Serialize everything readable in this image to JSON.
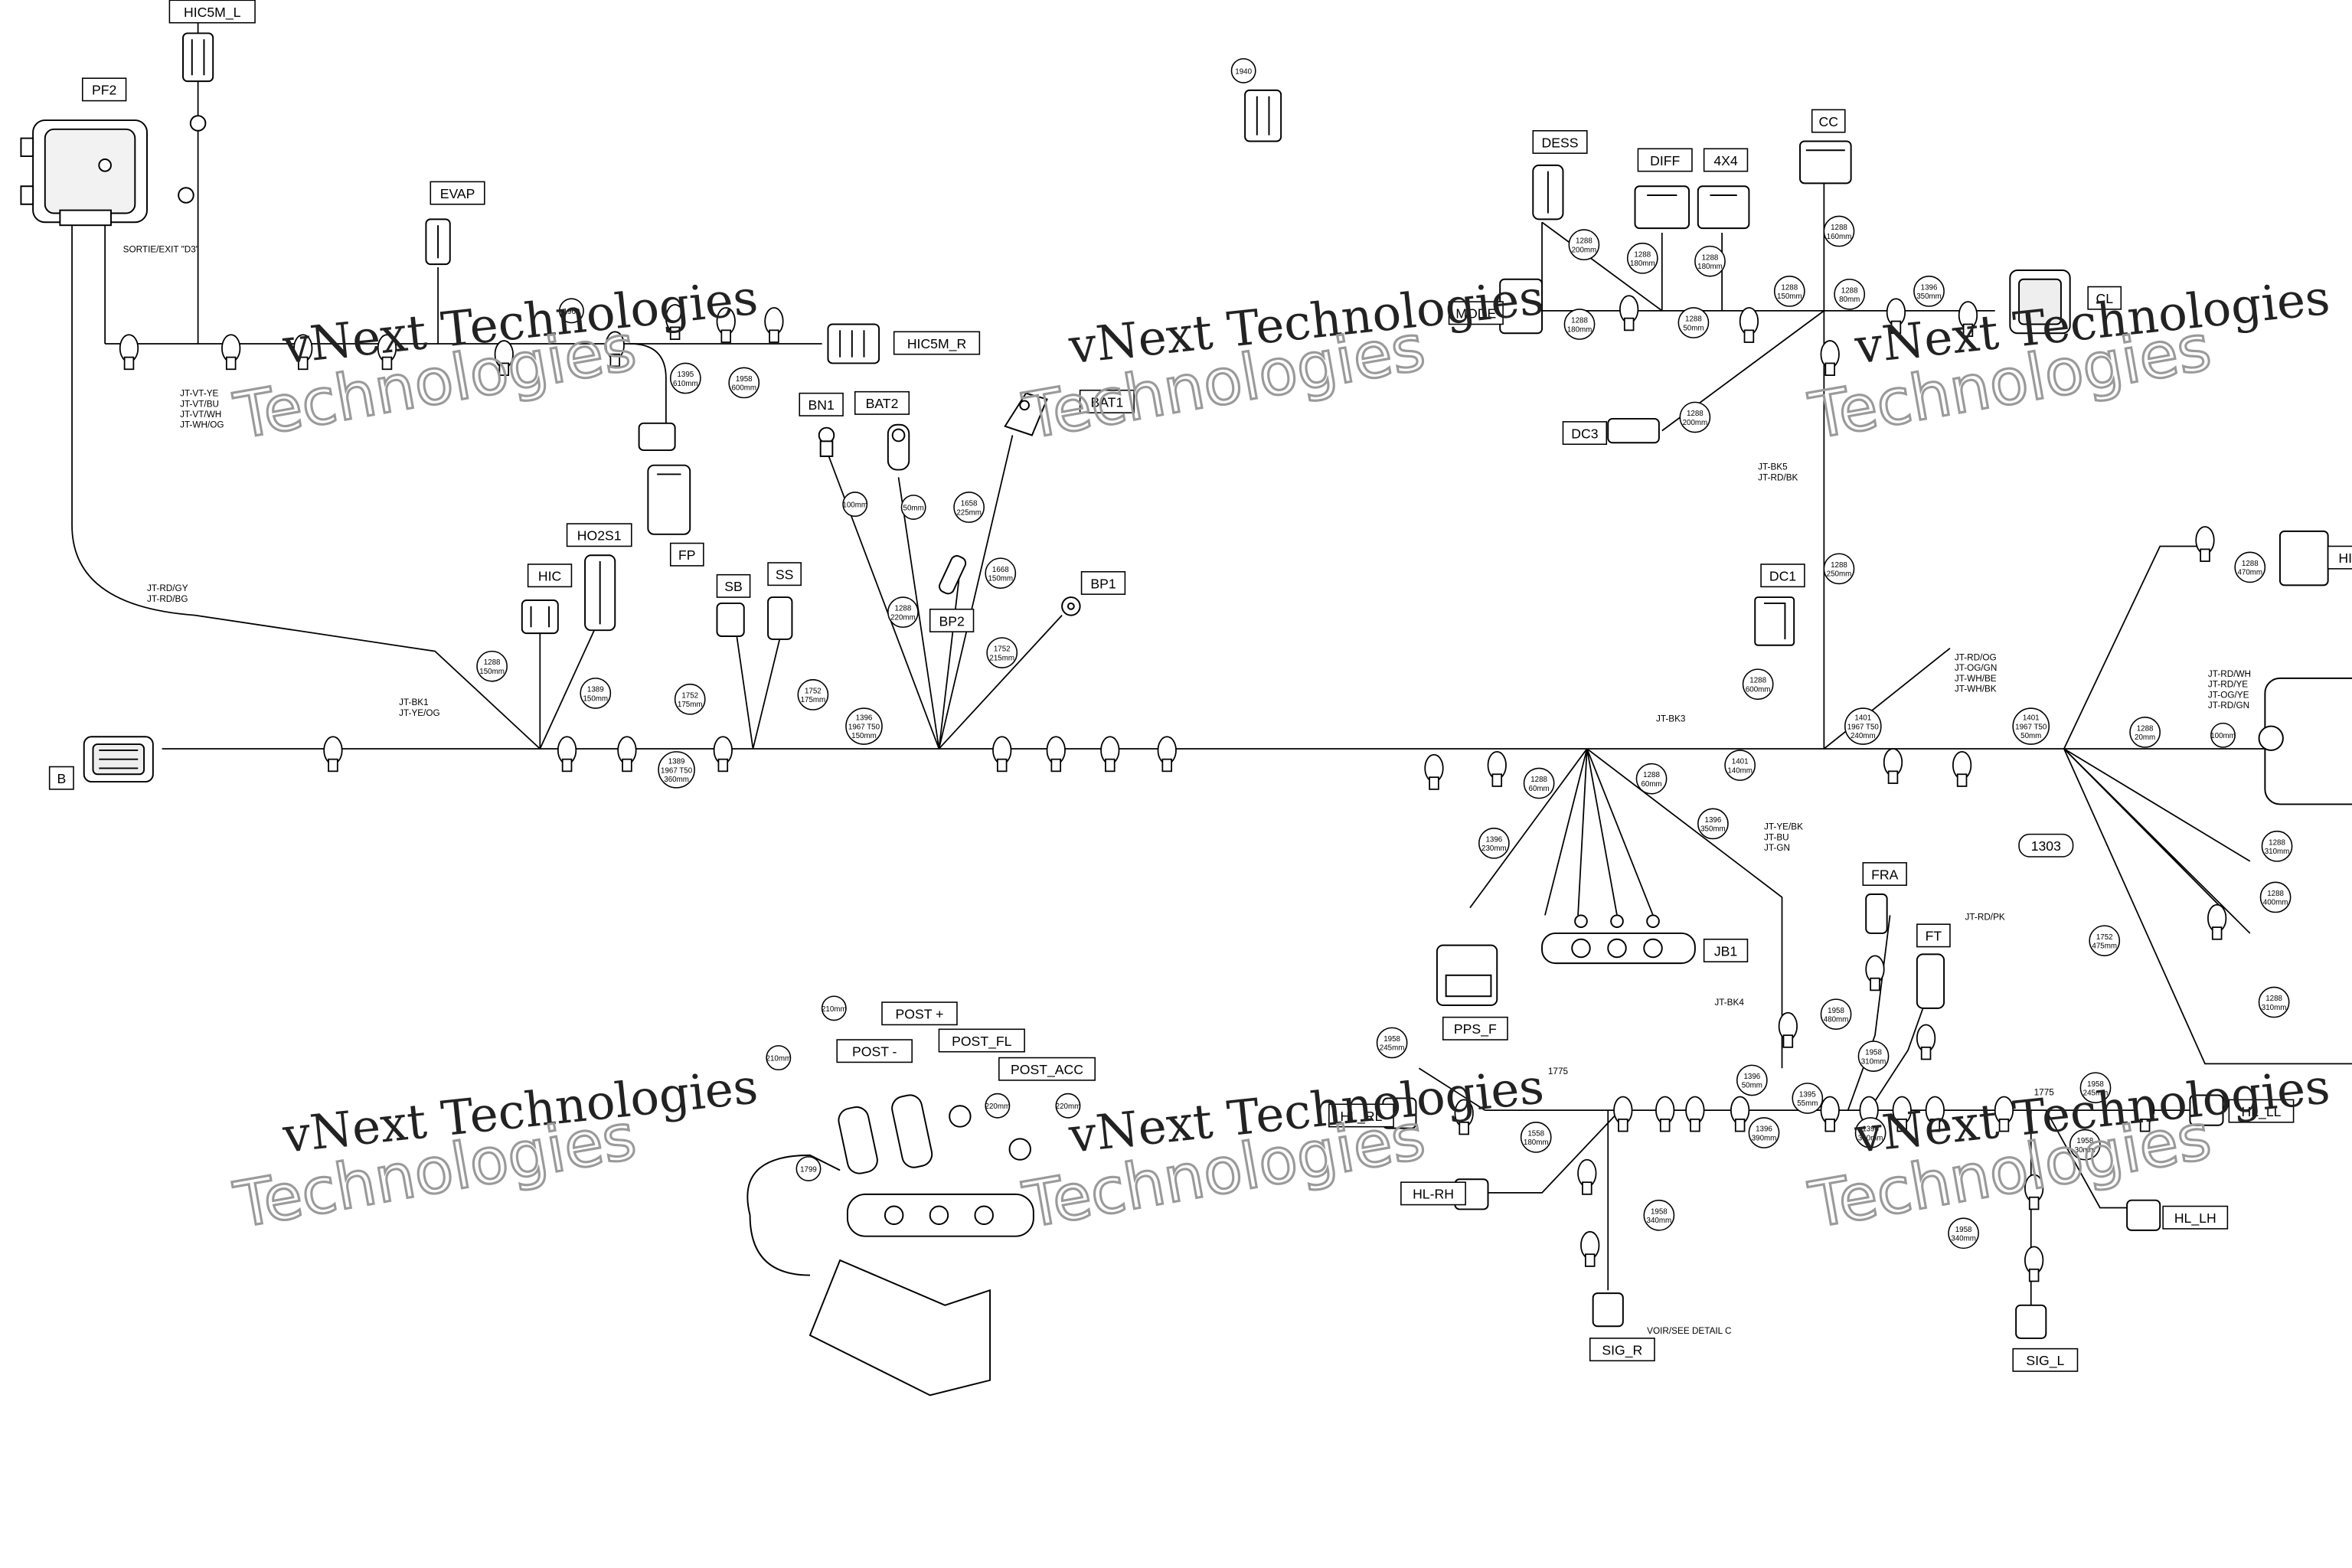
{
  "watermark": {
    "text": "vNext Technologies",
    "outline": "Technologies"
  },
  "connectors": [
    {
      "id": "hic5m-l",
      "label": "HIC5M_L"
    },
    {
      "id": "pf2",
      "label": "PF2"
    },
    {
      "id": "evap",
      "label": "EVAP"
    },
    {
      "id": "hic5m-r",
      "label": "HIC5M_R"
    },
    {
      "id": "bn1",
      "label": "BN1"
    },
    {
      "id": "bat2",
      "label": "BAT2"
    },
    {
      "id": "bat1",
      "label": "BAT1"
    },
    {
      "id": "fp",
      "label": "FP"
    },
    {
      "id": "ho2s1",
      "label": "HO2S1"
    },
    {
      "id": "hic",
      "label": "HIC"
    },
    {
      "id": "sb",
      "label": "SB"
    },
    {
      "id": "ss",
      "label": "SS"
    },
    {
      "id": "bp2",
      "label": "BP2"
    },
    {
      "id": "bp1",
      "label": "BP1"
    },
    {
      "id": "b",
      "label": "B"
    },
    {
      "id": "dess",
      "label": "DESS"
    },
    {
      "id": "diff",
      "label": "DIFF"
    },
    {
      "id": "4x4",
      "label": "4X4"
    },
    {
      "id": "cc",
      "label": "CC"
    },
    {
      "id": "mode",
      "label": "MODE"
    },
    {
      "id": "cl",
      "label": "CL"
    },
    {
      "id": "dc3",
      "label": "DC3"
    },
    {
      "id": "dc1",
      "label": "DC1"
    },
    {
      "id": "hib",
      "label": "HIB"
    },
    {
      "id": "jb1",
      "label": "JB1"
    },
    {
      "id": "pps-f",
      "label": "PPS_F"
    },
    {
      "id": "fra",
      "label": "FRA"
    },
    {
      "id": "ft",
      "label": "FT"
    },
    {
      "id": "hl-rl",
      "label": "HL_RL"
    },
    {
      "id": "hl-rh",
      "label": "HL-RH"
    },
    {
      "id": "hl-ll",
      "label": "HL_LL"
    },
    {
      "id": "hl-lh",
      "label": "HL_LH"
    },
    {
      "id": "sig-r",
      "label": "SIG_R"
    },
    {
      "id": "sig-l",
      "label": "SIG_L"
    },
    {
      "id": "post-minus",
      "label": "POST -"
    },
    {
      "id": "post-plus",
      "label": "POST +"
    },
    {
      "id": "post-fl",
      "label": "POST_FL"
    },
    {
      "id": "post-acc",
      "label": "POST_ACC"
    },
    {
      "id": "ref-1303",
      "label": "1303"
    }
  ],
  "callouts": [
    {
      "id": "c1940",
      "lines": [
        "1940"
      ]
    },
    {
      "id": "c1960",
      "lines": [
        "1960"
      ]
    },
    {
      "id": "c1395-610",
      "lines": [
        "1395",
        "610mm"
      ]
    },
    {
      "id": "c1958-600",
      "lines": [
        "1958",
        "600mm"
      ]
    },
    {
      "id": "c100",
      "lines": [
        "100mm"
      ]
    },
    {
      "id": "c50",
      "lines": [
        "50mm"
      ]
    },
    {
      "id": "c1658-225",
      "lines": [
        "1658",
        "225mm"
      ]
    },
    {
      "id": "c1668-150",
      "lines": [
        "1668",
        "150mm"
      ]
    },
    {
      "id": "c1288-220",
      "lines": [
        "1288",
        "220mm"
      ]
    },
    {
      "id": "c1752-215",
      "lines": [
        "1752",
        "215mm"
      ]
    },
    {
      "id": "c1288-150",
      "lines": [
        "1288",
        "150mm"
      ]
    },
    {
      "id": "c1389-150",
      "lines": [
        "1389",
        "150mm"
      ]
    },
    {
      "id": "c1752-175",
      "lines": [
        "1752",
        "175mm"
      ]
    },
    {
      "id": "c1752-175b",
      "lines": [
        "1752",
        "175mm"
      ]
    },
    {
      "id": "c1389-1967",
      "lines": [
        "1389",
        "1967 T50",
        "360mm"
      ]
    },
    {
      "id": "c1396-1967",
      "lines": [
        "1396",
        "1967 T50",
        "150mm"
      ]
    },
    {
      "id": "c1288-200",
      "lines": [
        "1288",
        "200mm"
      ]
    },
    {
      "id": "c1288-180a",
      "lines": [
        "1288",
        "180mm"
      ]
    },
    {
      "id": "c1288-180b",
      "lines": [
        "1288",
        "180mm"
      ]
    },
    {
      "id": "c1288-160",
      "lines": [
        "1288",
        "160mm"
      ]
    },
    {
      "id": "c1288-180c",
      "lines": [
        "1288",
        "180mm"
      ]
    },
    {
      "id": "c1288-50",
      "lines": [
        "1288",
        "50mm"
      ]
    },
    {
      "id": "c1288-150b",
      "lines": [
        "1288",
        "150mm"
      ]
    },
    {
      "id": "c1288-80",
      "lines": [
        "1288",
        "80mm"
      ]
    },
    {
      "id": "c1396-350",
      "lines": [
        "1396",
        "350mm"
      ]
    },
    {
      "id": "c1288-200b",
      "lines": [
        "1288",
        "200mm"
      ]
    },
    {
      "id": "c1288-250",
      "lines": [
        "1288",
        "250mm"
      ]
    },
    {
      "id": "c1288-600",
      "lines": [
        "1288",
        "600mm"
      ]
    },
    {
      "id": "c1401-240",
      "lines": [
        "1401",
        "1967 T50",
        "240mm"
      ]
    },
    {
      "id": "c1401-140",
      "lines": [
        "1401",
        "140mm"
      ]
    },
    {
      "id": "c1288-60",
      "lines": [
        "1288",
        "60mm"
      ]
    },
    {
      "id": "c1288-60b",
      "lines": [
        "1288",
        "60mm"
      ]
    },
    {
      "id": "c1396-350b",
      "lines": [
        "1396",
        "350mm"
      ]
    },
    {
      "id": "c1396-230",
      "lines": [
        "1396",
        "230mm"
      ]
    },
    {
      "id": "c1401-50",
      "lines": [
        "1401",
        "1967 T50",
        "50mm"
      ]
    },
    {
      "id": "c1288-20",
      "lines": [
        "1288",
        "20mm"
      ]
    },
    {
      "id": "c100b",
      "lines": [
        "100mm"
      ]
    },
    {
      "id": "c1288-470",
      "lines": [
        "1288",
        "470mm"
      ]
    },
    {
      "id": "c1288-310a",
      "lines": [
        "1288",
        "310mm"
      ]
    },
    {
      "id": "c1288-400",
      "lines": [
        "1288",
        "400mm"
      ]
    },
    {
      "id": "c1288-310b",
      "lines": [
        "1288",
        "310mm"
      ]
    },
    {
      "id": "c1752-475",
      "lines": [
        "1752",
        "475mm"
      ]
    },
    {
      "id": "c1958-480",
      "lines": [
        "1958",
        "480mm"
      ]
    },
    {
      "id": "c1958-310",
      "lines": [
        "1958",
        "310mm"
      ]
    },
    {
      "id": "c1396-50",
      "lines": [
        "1396",
        "50mm"
      ]
    },
    {
      "id": "c1396-390",
      "lines": [
        "1396",
        "390mm"
      ]
    },
    {
      "id": "c1395-55",
      "lines": [
        "1395",
        "55mm"
      ]
    },
    {
      "id": "c1396-340",
      "lines": [
        "1396",
        "340mm"
      ]
    },
    {
      "id": "c1958-245",
      "lines": [
        "1958",
        "245mm"
      ]
    },
    {
      "id": "c1958-245b",
      "lines": [
        "1958",
        "245mm"
      ]
    },
    {
      "id": "c1558-180",
      "lines": [
        "1558",
        "180mm"
      ]
    },
    {
      "id": "c1958-340",
      "lines": [
        "1958",
        "340mm"
      ]
    },
    {
      "id": "c1958-340b",
      "lines": [
        "1958",
        "340mm"
      ]
    },
    {
      "id": "c1958-30",
      "lines": [
        "1958",
        "30mm"
      ]
    },
    {
      "id": "c1799",
      "lines": [
        "1799"
      ]
    },
    {
      "id": "c210a",
      "lines": [
        "210mm"
      ]
    },
    {
      "id": "c210b",
      "lines": [
        "210mm"
      ]
    },
    {
      "id": "c220a",
      "lines": [
        "220mm"
      ]
    },
    {
      "id": "c220b",
      "lines": [
        "220mm"
      ]
    }
  ],
  "notes": [
    {
      "id": "sortie",
      "text": "SORTIE/EXIT \"D3\""
    },
    {
      "id": "pf2-wires",
      "lines": [
        "JT-VT-YE",
        "JT-VT/BU",
        "JT-VT/WH",
        "JT-WH/OG"
      ]
    },
    {
      "id": "curve-wires",
      "lines": [
        "JT-RD/GY",
        "JT-RD/BG"
      ]
    },
    {
      "id": "bk1",
      "lines": [
        "JT-BK1",
        "JT-YE/OG"
      ]
    },
    {
      "id": "bk3",
      "lines": [
        "JT-BK3"
      ]
    },
    {
      "id": "bk5",
      "lines": [
        "JT-BK5",
        "JT-RD/BK"
      ]
    },
    {
      "id": "right-sig",
      "lines": [
        "JT-RD/OG",
        "JT-OG/GN",
        "JT-WH/BE",
        "JT-WH/BK"
      ]
    },
    {
      "id": "module-wires",
      "lines": [
        "JT-RD/WH",
        "JT-RD/YE",
        "JT-OG/YE",
        "JT-RD/GN"
      ]
    },
    {
      "id": "ye-bk",
      "lines": [
        "JT-YE/BK",
        "JT-BU",
        "JT-GN"
      ]
    },
    {
      "id": "rd-pk",
      "lines": [
        "JT-RD/PK"
      ]
    },
    {
      "id": "bk4",
      "lines": [
        "JT-BK4"
      ]
    },
    {
      "id": "n1775a",
      "lines": [
        "1775"
      ]
    },
    {
      "id": "n1775b",
      "lines": [
        "1775"
      ]
    },
    {
      "id": "detail-c",
      "text": "VOIR/SEE DETAIL C"
    }
  ]
}
